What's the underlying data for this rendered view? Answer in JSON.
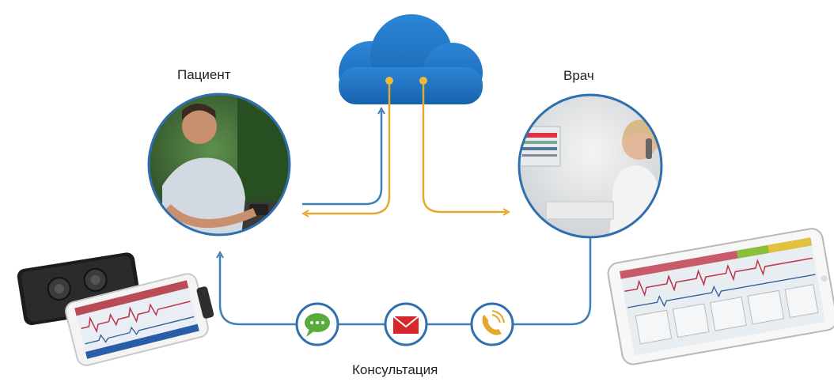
{
  "labels": {
    "patient": "Пациент",
    "doctor": "Врач",
    "consultation": "Консультация"
  },
  "colors": {
    "cloud": "#1f73c2",
    "blue_line": "#3f7fb5",
    "orange_line": "#e6a92d",
    "chat_icon": "#59ab3c",
    "mail_icon": "#d8282d",
    "phone_icon": "#e6a62a"
  },
  "icons": {
    "cloud": "cloud-icon",
    "chat": "chat-bubble-icon",
    "mail": "envelope-icon",
    "phone": "phone-icon"
  }
}
